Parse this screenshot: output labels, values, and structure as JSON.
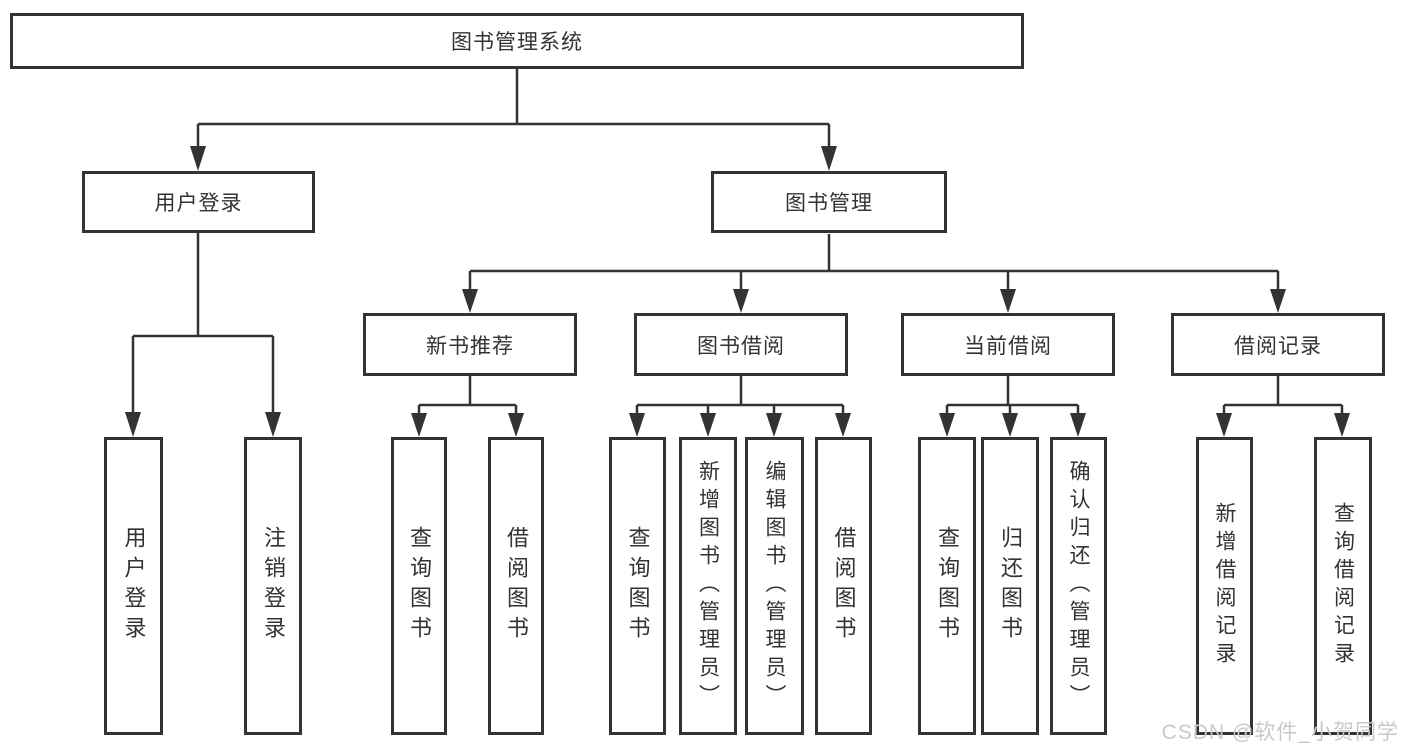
{
  "watermark": "CSDN @软件_小贺同学",
  "colors": {
    "line": "#333333",
    "text": "#333333",
    "watermark": "#c9c9c9"
  },
  "tree": {
    "root": {
      "label": "图书管理系统"
    },
    "children": [
      {
        "label": "用户登录",
        "children": [
          {
            "label": "用户登录"
          },
          {
            "label": "注销登录"
          }
        ]
      },
      {
        "label": "图书管理",
        "children": [
          {
            "label": "新书推荐",
            "children": [
              {
                "label": "查询图书"
              },
              {
                "label": "借阅图书"
              }
            ]
          },
          {
            "label": "图书借阅",
            "children": [
              {
                "label": "查询图书"
              },
              {
                "label": "新增图书（管理员）"
              },
              {
                "label": "编辑图书（管理员）"
              },
              {
                "label": "借阅图书"
              }
            ]
          },
          {
            "label": "当前借阅",
            "children": [
              {
                "label": "查询图书"
              },
              {
                "label": "归还图书"
              },
              {
                "label": "确认归还（管理员）"
              }
            ]
          },
          {
            "label": "借阅记录",
            "children": [
              {
                "label": "新增借阅记录"
              },
              {
                "label": "查询借阅记录"
              }
            ]
          }
        ]
      }
    ]
  }
}
